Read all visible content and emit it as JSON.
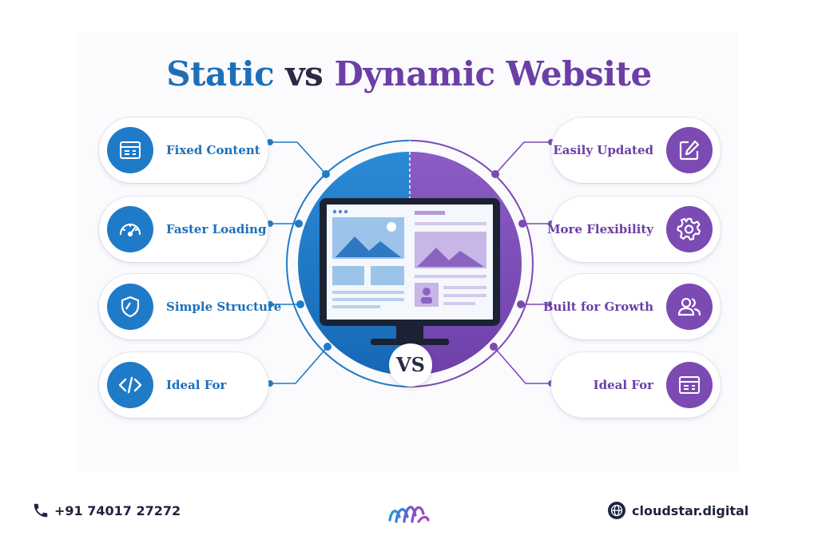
{
  "title": {
    "static": "Static",
    "vs": "vs",
    "dynamic": "Dynamic Website"
  },
  "center": {
    "vs_label": "VS"
  },
  "left_items": [
    {
      "label": "Fixed Content",
      "icon": "window-layout-icon"
    },
    {
      "label": "Faster Loading",
      "icon": "speedometer-icon"
    },
    {
      "label": "Simple Structure",
      "icon": "shield-icon"
    },
    {
      "label": "Ideal For",
      "icon": "code-icon"
    }
  ],
  "right_items": [
    {
      "label": "Easily Updated",
      "icon": "edit-icon"
    },
    {
      "label": "More Flexibility",
      "icon": "gear-icon"
    },
    {
      "label": "Built for Growth",
      "icon": "users-icon"
    },
    {
      "label": "Ideal For",
      "icon": "window-layout-icon"
    }
  ],
  "footer": {
    "phone": "+91 74017 27272",
    "website": "cloudstar.digital"
  },
  "colors": {
    "static_blue": "#1f7bc7",
    "dynamic_purple": "#7b4ab3",
    "title_blue": "#1f6fb8",
    "title_purple": "#6b3fa6",
    "title_dark": "#2a2a44"
  }
}
